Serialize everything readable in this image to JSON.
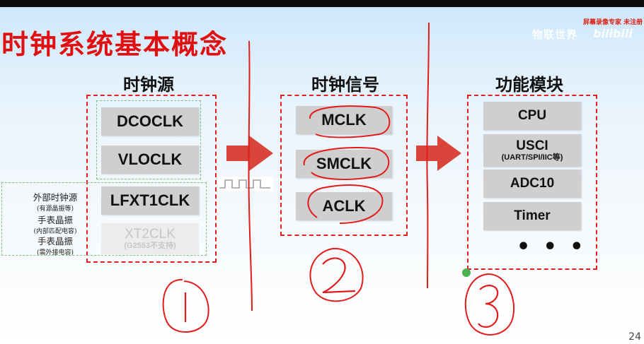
{
  "slide": {
    "title": "时钟系统基本概念",
    "page_number": "24"
  },
  "watermark": {
    "recorder_text": "屏幕录像专家 未注册",
    "channel": "物联世界",
    "bili": "bilibili"
  },
  "sources": {
    "title": "时钟源",
    "items": [
      {
        "label": "DCOCLK"
      },
      {
        "label": "VLOCLK"
      },
      {
        "label": "LFXT1CLK"
      },
      {
        "label": "XT2CLK",
        "note": "(G2553不支持)"
      }
    ],
    "oscillators": [
      {
        "main": "外部时钟源",
        "sub": "(有源晶振等)"
      },
      {
        "main": "手表晶振",
        "sub": "(内部匹配电容)"
      },
      {
        "main": "手表晶振",
        "sub": "(需外接电容)"
      }
    ]
  },
  "signals": {
    "title": "时钟信号",
    "items": [
      {
        "label": "MCLK"
      },
      {
        "label": "SMCLK"
      },
      {
        "label": "ACLK"
      }
    ]
  },
  "modules": {
    "title": "功能模块",
    "items": [
      {
        "label": "CPU"
      },
      {
        "label": "USCI",
        "sub": "(UART/SPI/IIC等)"
      },
      {
        "label": "ADC10"
      },
      {
        "label": "Timer"
      }
    ],
    "ellipsis": "• • •"
  },
  "colors": {
    "title_red": "#e01010",
    "dash_red": "#e32020",
    "arrow_red": "#d9453a",
    "green_dash": "#7cc37c",
    "block_gray": "#cfcfcf"
  }
}
